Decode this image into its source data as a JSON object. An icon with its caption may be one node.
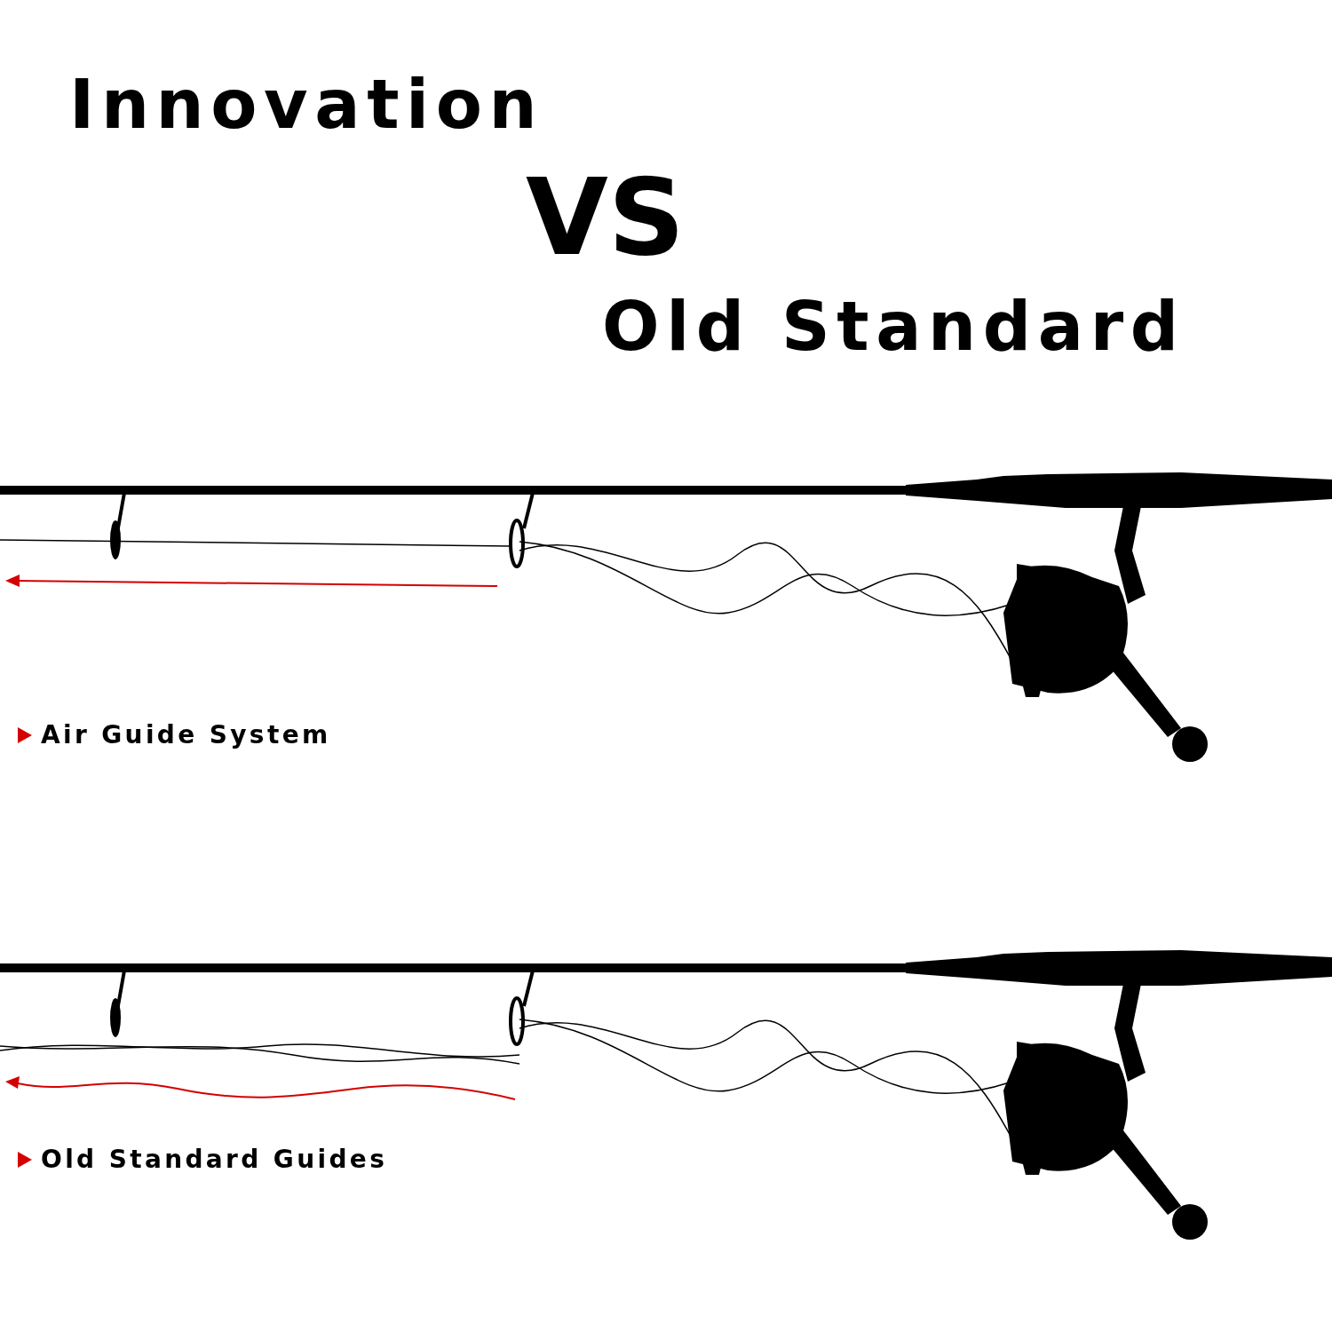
{
  "diagram": {
    "labels": [
      "Innovation",
      "VS",
      "Old Standard",
      "Air Guide System",
      "Old Standard Guides"
    ]
  }
}
